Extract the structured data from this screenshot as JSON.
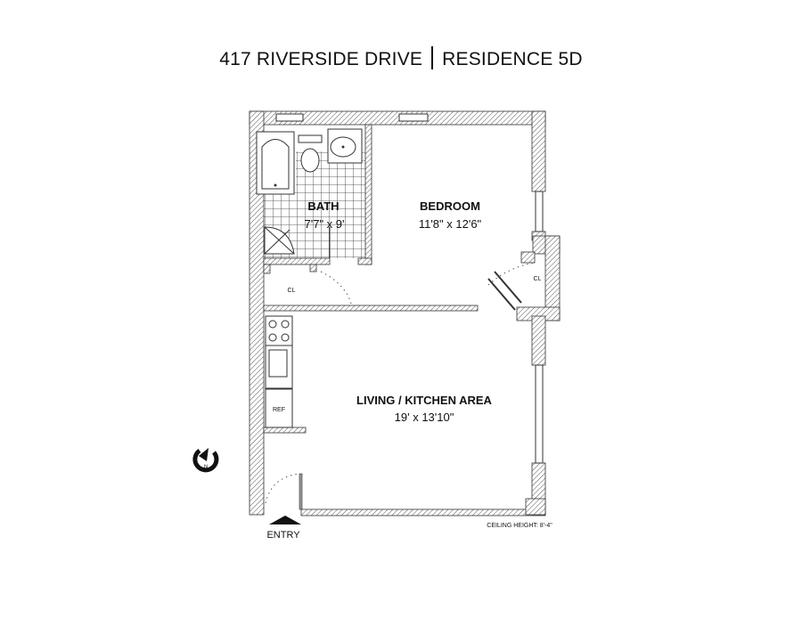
{
  "header": {
    "address": "417 RIVERSIDE DRIVE",
    "unit": "RESIDENCE 5D"
  },
  "rooms": {
    "bath": {
      "name": "BATH",
      "size": "7'7\" x 9'"
    },
    "bedroom": {
      "name": "BEDROOM",
      "size": "11'8\" x 12'6\""
    },
    "living": {
      "name": "LIVING / KITCHEN AREA",
      "size": "19' x 13'10\""
    },
    "closet_left": "CL",
    "closet_right": "CL",
    "refrigerator": "REF"
  },
  "entry_label": "ENTRY",
  "compass_label": "N",
  "ceiling_height": "CEILING HEIGHT: 8'-4\""
}
